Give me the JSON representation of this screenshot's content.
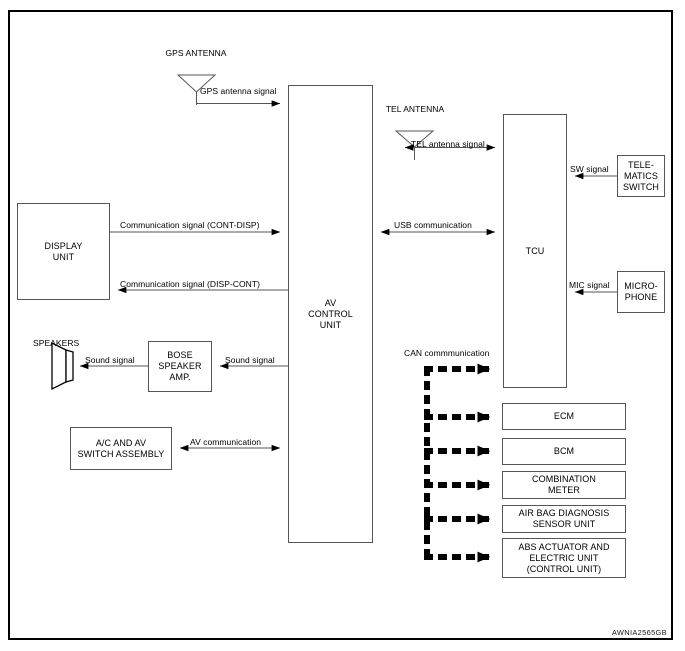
{
  "figure": {
    "code": "AWNIA2565GB",
    "title": "AV system block diagram"
  },
  "blocks": {
    "display_unit": {
      "lines": [
        "DISPLAY",
        "UNIT"
      ]
    },
    "av_control_unit": {
      "lines": [
        "AV",
        "CONTROL",
        "UNIT"
      ]
    },
    "tcu": {
      "lines": [
        "TCU"
      ]
    },
    "telematics_switch": {
      "lines": [
        "TELE-",
        "MATICS",
        "SWITCH"
      ]
    },
    "microphone": {
      "lines": [
        "MICRO-",
        "PHONE"
      ]
    },
    "bose_speaker_amp": {
      "lines": [
        "BOSE",
        "SPEAKER",
        "AMP."
      ]
    },
    "ac_av_switch_assembly": {
      "lines": [
        "A/C AND AV",
        "SWITCH ASSEMBLY"
      ]
    },
    "ecm": {
      "lines": [
        "ECM"
      ]
    },
    "bcm": {
      "lines": [
        "BCM"
      ]
    },
    "combination_meter": {
      "lines": [
        "COMBINATION",
        "METER"
      ]
    },
    "air_bag_diagnosis_sensor_unit": {
      "lines": [
        "AIR BAG DIAGNOSIS",
        "SENSOR UNIT"
      ]
    },
    "abs_actuator": {
      "lines": [
        "ABS ACTUATOR AND",
        "ELECTRIC UNIT",
        "(CONTROL UNIT)"
      ]
    }
  },
  "antennas": {
    "gps": {
      "lines": [
        "GPS",
        "ANTENNA"
      ]
    },
    "tel": {
      "lines": [
        "TEL",
        "ANTENNA"
      ]
    }
  },
  "speakers": {
    "label": "SPEAKERS"
  },
  "signals": {
    "gps_antenna_signal": "GPS antenna signal",
    "tel_antenna_signal": "TEL antenna signal",
    "comm_cont_disp": "Communication signal (CONT-DISP)",
    "comm_disp_cont": "Communication signal (DISP-CONT)",
    "usb_communication": "USB communication",
    "sw_signal": "SW signal",
    "mic_signal": "MIC signal",
    "sound_signal_left": "Sound signal",
    "sound_signal_right": "Sound signal",
    "av_communication": "AV communication",
    "can_communication": "CAN commmunication"
  },
  "colors": {
    "line": "#555555",
    "text": "#000000",
    "frame": "#000000",
    "bus": "#000000",
    "background": "#ffffff"
  }
}
